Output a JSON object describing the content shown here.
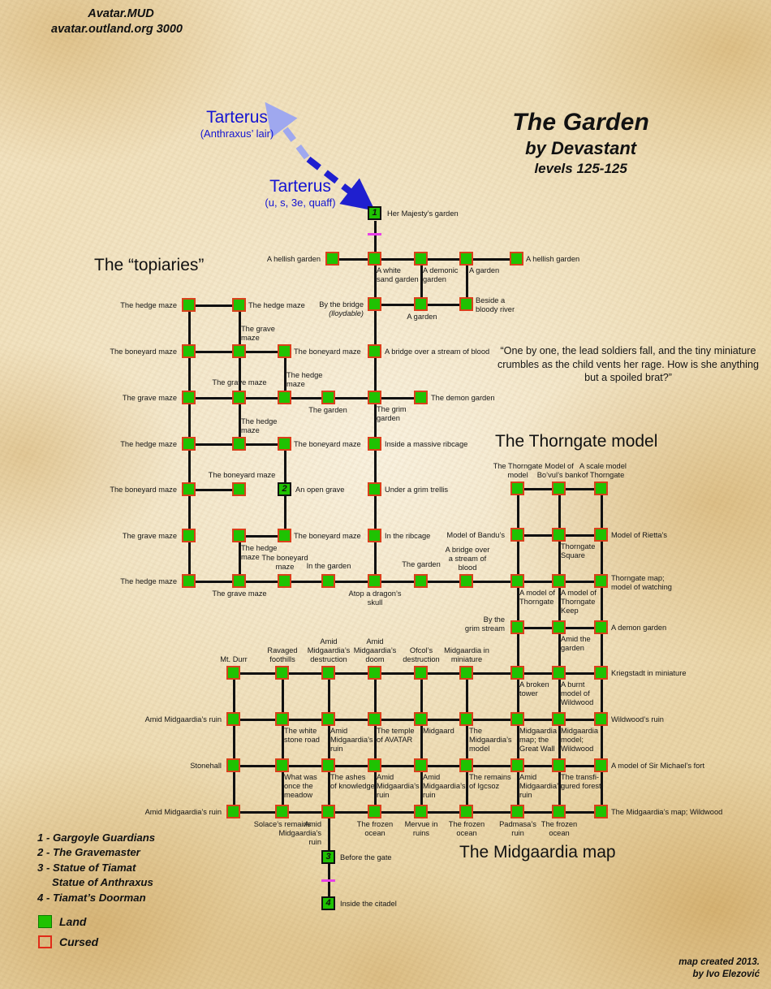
{
  "server": {
    "line1": "Avatar.MUD",
    "line2": "avatar.outland.org 3000"
  },
  "title": {
    "name": "The Garden",
    "author": "by Devastant",
    "levels": "levels 125-125"
  },
  "quote": "“One by one, the lead soldiers fall, and the tiny miniature crumbles as the child vents her rage. How is she anything but a spoiled brat?”",
  "sections": {
    "topiaries": "The “topiaries”",
    "thorngate": "The Thorngate model",
    "midgaardia": "The Midgaardia map"
  },
  "tarterus": {
    "upper_name": "Tarterus",
    "upper_sub": "(Anthraxus’ lair)",
    "lower_name": "Tarterus",
    "lower_sub": "(u, s, 3e, quaff)"
  },
  "legend": {
    "notes": [
      "1 - Gargoyle Guardians",
      "2 - The Gravemaster",
      "3 - Statue of Tiamat",
      "Statue of Anthraxus",
      "4 - Tiamat’s Doorman"
    ],
    "land": "Land",
    "cursed": "Cursed"
  },
  "credits": {
    "line1": "map created 2013.",
    "line2": "by Ivo Elezović"
  },
  "colors": {
    "room_fill": "#1fc202",
    "room_border": "#d9401b",
    "door": "#e83fe8",
    "arrow": "#1f1fcf",
    "parchment": "#efdfb9",
    "text": "#151515"
  },
  "rooms": {
    "r1": "Her Majesty’s garden",
    "r2": "An open grave",
    "r3": "Before the gate",
    "r4": "Inside the citadel",
    "hellish_w": "A hellish garden",
    "white_sand": "A white\nsand garden",
    "demonic": "A demonic\ngarden",
    "a_garden_top": "A garden",
    "hellish_e": "A hellish garden",
    "by_the_bridge": "By the bridge",
    "by_the_bridge_it": "(lloydable)",
    "a_garden_mid": "A garden",
    "bloody_river": "Beside a\nbloody river",
    "bridge_blood": "A bridge over a stream of blood",
    "grim_garden": "The grim\ngarden",
    "demon_garden": "The demon garden",
    "massive_ribcage": "Inside a massive ribcage",
    "grim_trellis": "Under a grim trellis",
    "in_the_ribcage": "In the ribcage",
    "the_garden_c": "The garden",
    "atop_dragon": "Atop a dragon’s\nskull",
    "hedge_maze": "The hedge maze",
    "grave_maze": "The grave maze",
    "boneyard_maze": "The boneyard maze",
    "hedge_maze_2l": "The hedge\nmaze",
    "grave_maze_2l": "The grave\nmaze",
    "boneyard_maze_2l": "The boneyard\nmaze",
    "the_garden_t": "The garden",
    "in_the_garden": "In the garden",
    "tg_model": "The Thorngate\nmodel",
    "tg_bovul": "Model of\nBo’vul’s bank",
    "tg_scale": "A scale model\nof Thorngate",
    "tg_bandu": "Model of Bandu’s",
    "tg_square": "Thorngate\nSquare",
    "tg_rietta": "Model of Rietta’s",
    "tg_bridge_blood": "A bridge over\na stream of\nblood",
    "tg_a_model": "A model of\nThorngate",
    "tg_keep": "A model of\nThorngate\nKeep",
    "tg_map_watch": "Thorngate map;\nmodel of watching",
    "tg_grim_stream": "By the\ngrim stream",
    "tg_amid_garden": "Amid the\ngarden",
    "tg_demon_garden": "A demon garden",
    "mg_mt_durr": "Mt. Durr",
    "mg_ravaged": "Ravaged\nfoothills",
    "mg_destruction": "Amid\nMidgaardia’s\ndestruction",
    "mg_doom": "Amid\nMidgaardia’s\ndoom",
    "mg_ofcol": "Ofcol’s\ndestruction",
    "mg_miniature": "Midgaardia in\nminiature",
    "mg_broken_tower": "A broken\ntower",
    "mg_burnt_wildwood": "A burnt\nmodel of\nWildwood",
    "mg_kriegstadt": "Kriegstadt in miniature",
    "mg_amid_ruin_w1": "Amid Midgaardia’s ruin",
    "mg_white_road": "The white\nstone road",
    "mg_amid_ruin_a": "Amid\nMidgaardia’s\nruin",
    "mg_temple": "The temple\nof AVATAR",
    "mg_midgaard": "Midgaard",
    "mg_model": "The\nMidgaardia’s\nmodel",
    "mg_great_wall": "Midgaardia\nmap; the\nGreat Wall",
    "mg_model_wildwood": "Midgaardia\nmodel;\nWildwood",
    "mg_wildwood_ruin": "Wildwood’s ruin",
    "mg_stonehall": "Stonehall",
    "mg_meadow": "What was\nonce the\nmeadow",
    "mg_ashes": "The ashes\nof knowledge",
    "mg_amid_ruin_b": "Amid\nMidgaardia’s\nruin",
    "mg_amid_ruin_c": "Amid\nMidgaardia’s\nruin",
    "mg_igcsoz": "The remains\nof Igcsoz",
    "mg_amid_ruin_d": "Amid\nMidgaardia’s\nruin",
    "mg_transfigured": "The transfi-\ngured forest",
    "mg_sirmichael": "A model of Sir Michael’s fort",
    "mg_amid_ruin_w2": "Amid Midgaardia’s ruin",
    "mg_solace": "Solace’s remains",
    "mg_amid_ruin_e": "Amid\nMidgaardia’s\nruin",
    "mg_frozen_a": "The frozen\nocean",
    "mg_mervue": "Mervue in\nruins",
    "mg_frozen_b": "The frozen\nocean",
    "mg_padmasa": "Padmasa’s\nruin",
    "mg_frozen_c": "The frozen\nocean",
    "mg_map_wildwood": "The Midgaardia’s map; Wildwood"
  }
}
